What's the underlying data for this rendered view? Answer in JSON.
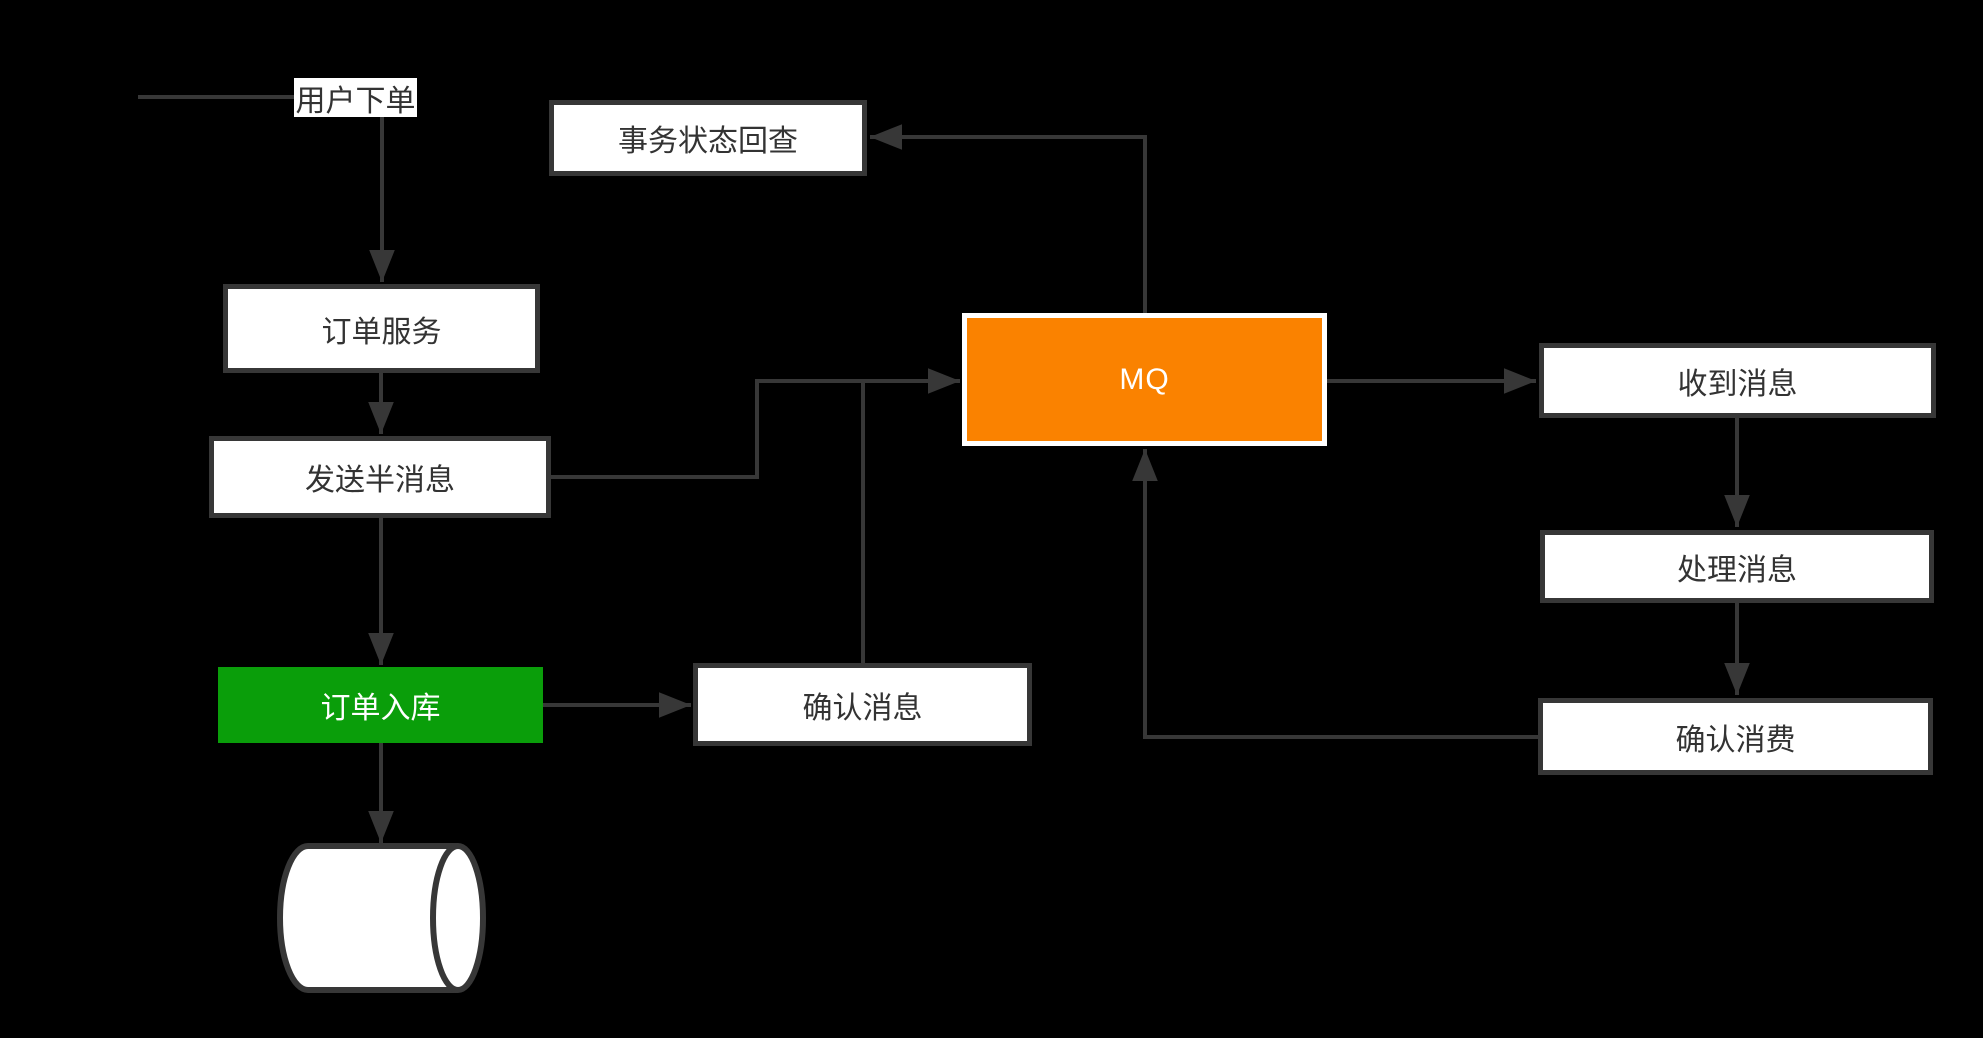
{
  "diagram": {
    "title": "transactional-message-flowchart",
    "background": "#000000",
    "colors": {
      "background": "#000000",
      "line": "#373737",
      "box_fill": "#ffffff",
      "box_border": "#373737",
      "text": "#333333",
      "mq_fill": "#FA8200",
      "mq_text": "#ffffff",
      "store_fill": "#0A9E0A",
      "store_text": "#ffffff"
    },
    "nodes": {
      "user_order": {
        "label": "用户下单",
        "type": "label"
      },
      "transaction_check": {
        "label": "事务状态回查",
        "type": "box"
      },
      "order_service": {
        "label": "订单服务",
        "type": "box"
      },
      "send_half_message": {
        "label": "发送半消息",
        "type": "box"
      },
      "mq": {
        "label": "MQ",
        "type": "box-highlight"
      },
      "order_store": {
        "label": "订单入库",
        "type": "box-success"
      },
      "confirm_message": {
        "label": "确认消息",
        "type": "box"
      },
      "database": {
        "label": "",
        "type": "cylinder"
      },
      "receive_message": {
        "label": "收到消息",
        "type": "box"
      },
      "process_message": {
        "label": "处理消息",
        "type": "box"
      },
      "confirm_consume": {
        "label": "确认消费",
        "type": "box"
      }
    },
    "edges": [
      {
        "from": "start",
        "to": "user_order",
        "arrow": false
      },
      {
        "from": "user_order",
        "to": "order_service",
        "arrow": true
      },
      {
        "from": "order_service",
        "to": "send_half_message",
        "arrow": true
      },
      {
        "from": "send_half_message",
        "to": "mq",
        "arrow": true
      },
      {
        "from": "send_half_message",
        "to": "order_store",
        "arrow": true
      },
      {
        "from": "order_store",
        "to": "confirm_message",
        "arrow": true
      },
      {
        "from": "order_store",
        "to": "database",
        "arrow": true
      },
      {
        "from": "confirm_message",
        "to": "mq",
        "arrow": false
      },
      {
        "from": "mq",
        "to": "transaction_check",
        "arrow": true
      },
      {
        "from": "mq",
        "to": "receive_message",
        "arrow": true
      },
      {
        "from": "receive_message",
        "to": "process_message",
        "arrow": true
      },
      {
        "from": "process_message",
        "to": "confirm_consume",
        "arrow": true
      },
      {
        "from": "confirm_consume",
        "to": "mq",
        "arrow": true
      }
    ]
  }
}
